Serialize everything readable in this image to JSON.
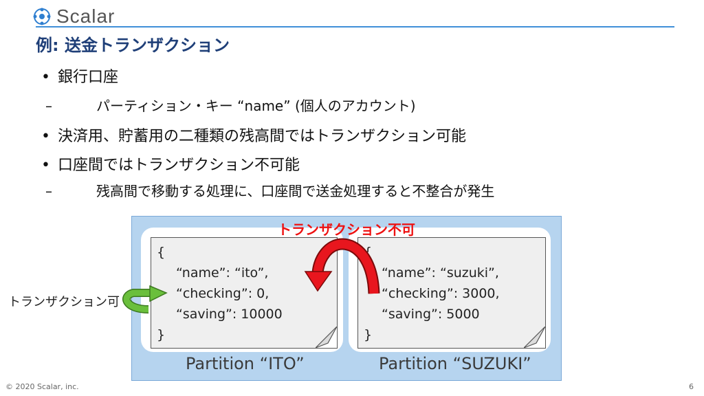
{
  "header": {
    "logo_text": "Scalar",
    "title": "例: 送金トランザクション"
  },
  "bullets": [
    {
      "symbol": "•",
      "text": "銀行口座"
    },
    {
      "symbol": "–",
      "text": "パーティション・キー “name” (個人のアカウント)"
    },
    {
      "symbol": "•",
      "text": "決済用、貯蓄用の二種類の残高間ではトランザクション可能"
    },
    {
      "symbol": "•",
      "text": "口座間ではトランザクション不可能"
    },
    {
      "symbol": "–",
      "text": "残高間で移動する処理に、口座間で送金処理すると不整合が発生"
    }
  ],
  "diagram": {
    "left_record": {
      "open": "{",
      "name_line": "“name”: “ito”,",
      "checking_line": "“checking”: 0,",
      "saving_line": "“saving”: 10000",
      "close": "}"
    },
    "right_record": {
      "open": "{",
      "name_line": "“name”: “suzuki”,",
      "checking_line": "“checking”: 3000,",
      "saving_line": "“saving”: 5000",
      "close": "}"
    },
    "left_partition_label": "Partition “ITO”",
    "right_partition_label": "Partition “SUZUKI”",
    "red_arrow_label": "トランザクション不可",
    "green_arrow_label": "トランザクション可",
    "colors": {
      "red_arrow": "#e8161e",
      "green_arrow": "#6abf3c",
      "partition_bg": "#b6d4ef"
    }
  },
  "footer": {
    "copyright": "© 2020 Scalar, inc.",
    "page_number": "6"
  }
}
